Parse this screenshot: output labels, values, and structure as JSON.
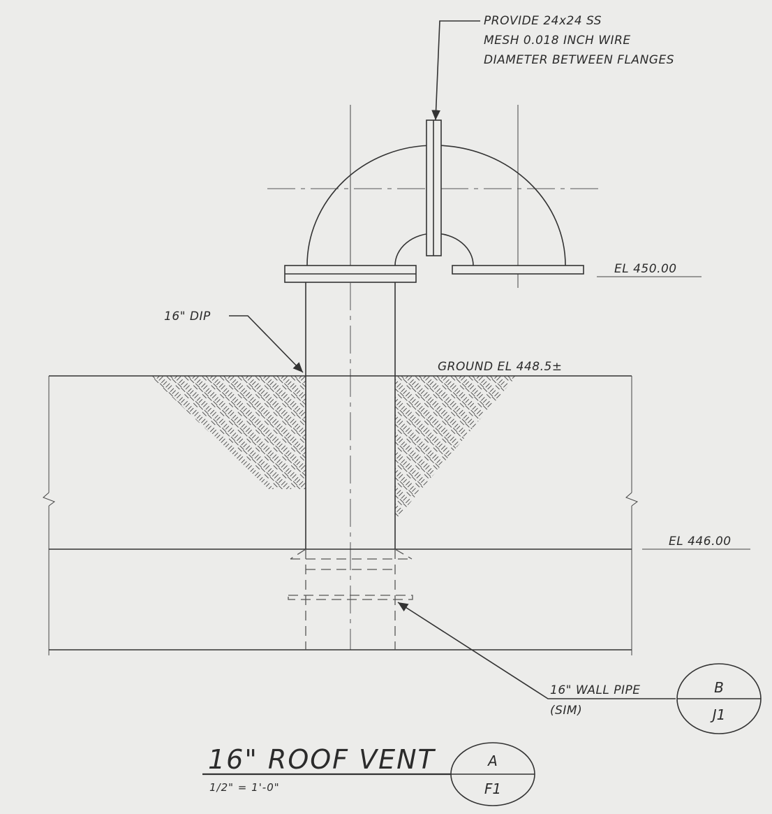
{
  "drawing": {
    "note_mesh": [
      "PROVIDE 24x24 SS",
      "MESH 0.018 INCH WIRE",
      "DIAMETER BETWEEN FLANGES"
    ],
    "el_top": "EL 450.00",
    "pipe_label": "16\" DIP",
    "ground_label": "GROUND EL 448.5±",
    "el_bottom": "EL 446.00",
    "wall_pipe_label": "16\" WALL PIPE",
    "wall_pipe_sub": "(SIM)",
    "ref_bubble": {
      "top": "B",
      "bottom": "J1"
    }
  },
  "title_block": {
    "title": "16\"  ROOF  VENT",
    "scale": "1/2\" = 1'-0\"",
    "bubble": {
      "top": "A",
      "bottom": "F1"
    }
  }
}
